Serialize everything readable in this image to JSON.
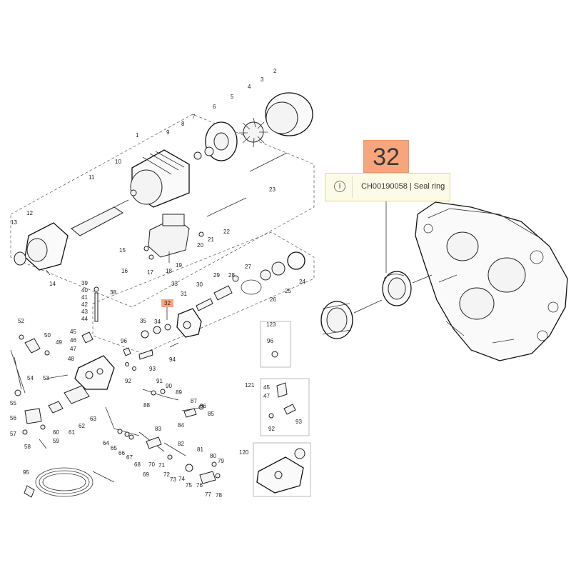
{
  "selected_part": {
    "number": "32",
    "part_code": "CH00190058",
    "separator": "|",
    "name": "Seal ring",
    "tooltip_text": "CH00190058 | Seal ring",
    "info_icon": "info-circle-icon",
    "highlight_color": "#f7a57c"
  },
  "callouts": [
    "1",
    "2",
    "3",
    "4",
    "5",
    "6",
    "7",
    "8",
    "9",
    "10",
    "11",
    "12",
    "13",
    "14",
    "15",
    "16",
    "17",
    "18",
    "19",
    "20",
    "21",
    "22",
    "23",
    "24",
    "25",
    "26",
    "27",
    "28",
    "29",
    "30",
    "31",
    "33",
    "34",
    "35",
    "38",
    "39",
    "40",
    "41",
    "42",
    "43",
    "44",
    "45",
    "46",
    "47",
    "48",
    "49",
    "50",
    "52",
    "53",
    "54",
    "55",
    "56",
    "57",
    "58",
    "59",
    "60",
    "61",
    "62",
    "63",
    "64",
    "65",
    "66",
    "67",
    "68",
    "69",
    "70",
    "71",
    "72",
    "73",
    "74",
    "75",
    "76",
    "77",
    "78",
    "79",
    "80",
    "81",
    "82",
    "83",
    "84",
    "85",
    "86",
    "87",
    "88",
    "89",
    "90",
    "91",
    "92",
    "93",
    "94",
    "95",
    "96",
    "120",
    "121",
    "123"
  ],
  "inset_labels": {
    "kit_123": [
      "123",
      "96"
    ],
    "kit_121": [
      "121",
      "45",
      "47",
      "92",
      "93"
    ],
    "kit_120": [
      "120"
    ]
  }
}
